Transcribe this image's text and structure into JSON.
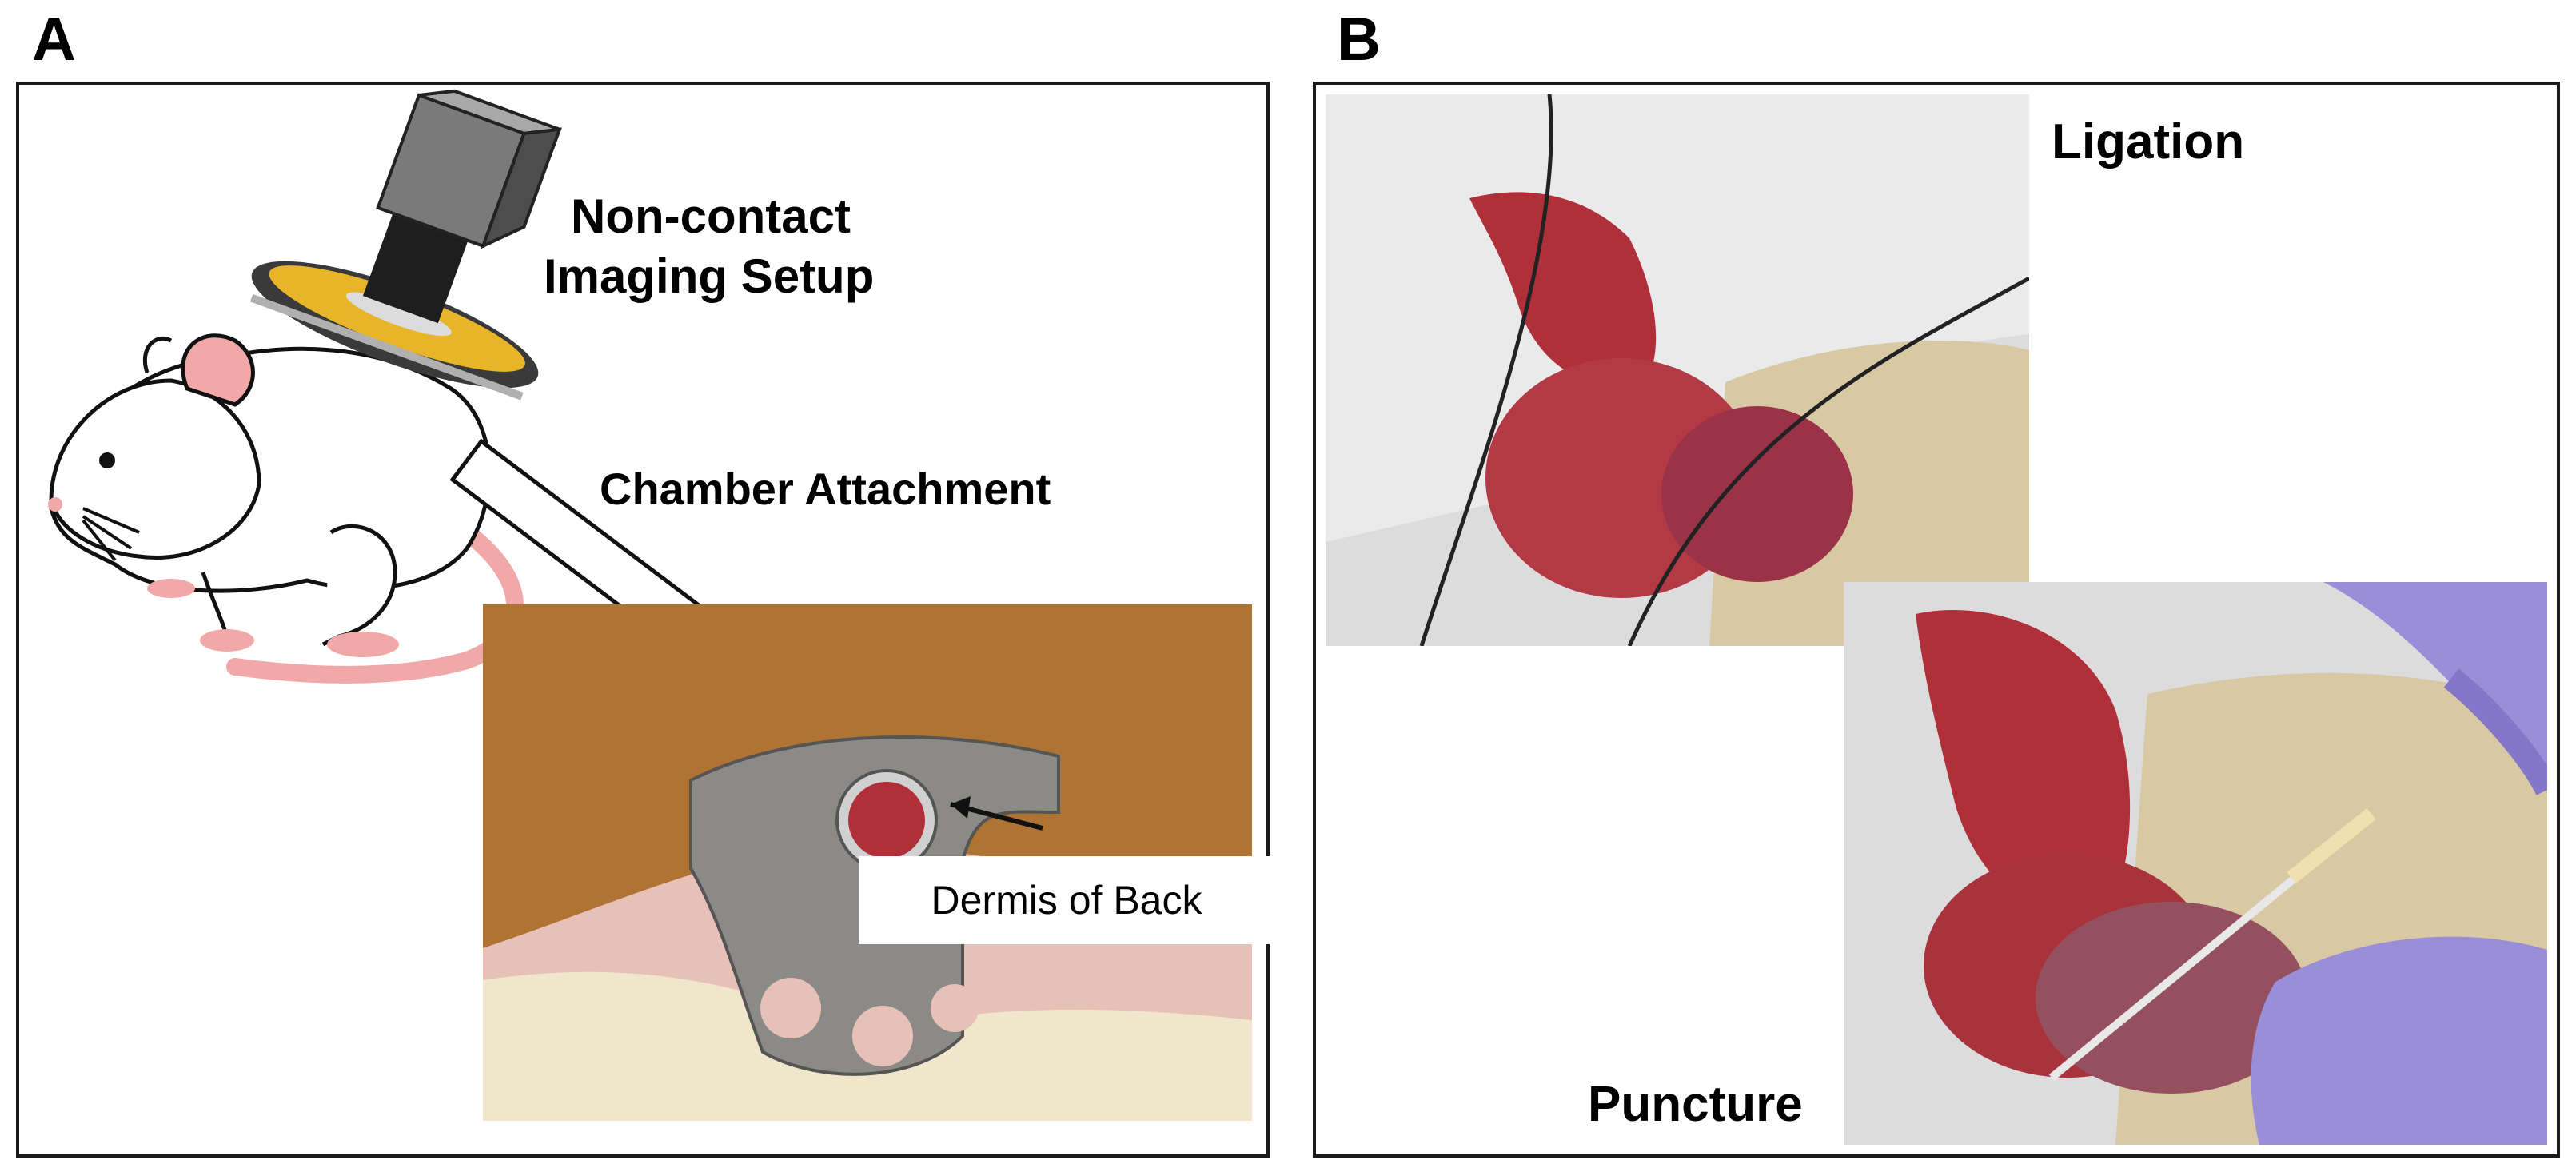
{
  "panel_a": {
    "letter": "A",
    "setup_label_line1": "Non-contact",
    "setup_label_line2": "Imaging Setup",
    "chamber_label": "Chamber Attachment",
    "callout": "Dermis of Back"
  },
  "panel_b": {
    "letter": "B",
    "ligation_label": "Ligation",
    "puncture_label": "Puncture"
  },
  "colors": {
    "frame": "#1a1a1a",
    "cork": "#a86a2e",
    "skin": "#e7c1b8",
    "fur": "#efe6cc",
    "metal": "#8c8a86",
    "tissue": "#b0303a",
    "glove": "#9a8ed8",
    "mouse_pink": "#f0a9a8"
  }
}
